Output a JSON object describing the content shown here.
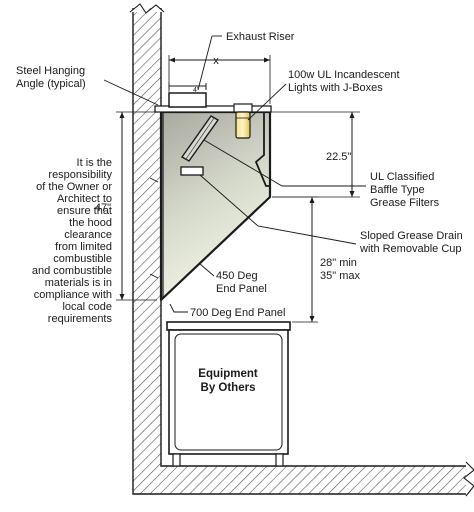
{
  "labels": {
    "exhaust_riser": "Exhaust Riser",
    "dim_x": "x",
    "steel_hanging_angle": [
      "Steel Hanging",
      "Angle (typical)"
    ],
    "riser_4in": "4\"",
    "lights": [
      "100w UL Incandescent",
      "Lights with J-Boxes"
    ],
    "dim_22_5": "22.5\"",
    "baffle_filters": [
      "UL Classified",
      "Baffle Type",
      "Grease Filters"
    ],
    "responsibility_note": [
      "It is the",
      "responsibility",
      "of the Owner or",
      "Architect to",
      "ensure that",
      "the hood",
      "clearance",
      "from limited",
      "combustible",
      "and combustible",
      "materials is in",
      "compliance with",
      "local code",
      "requirements"
    ],
    "dim_47": "47\"",
    "grease_drain": [
      "Sloped Grease Drain",
      "with Removable Cup"
    ],
    "clearance": [
      "28\" min",
      "35\" max"
    ],
    "end_panel_450": [
      "450 Deg",
      "End Panel"
    ],
    "end_panel_700": "700 Deg End Panel",
    "equipment": [
      "Equipment",
      "By Others"
    ]
  },
  "colors": {
    "line": "#1a1a1a",
    "hood_top": "#a8a8a0",
    "hood_bottom": "#eef2e2",
    "light_bulb": "#f0d060",
    "wall_hatch": "#555555"
  }
}
